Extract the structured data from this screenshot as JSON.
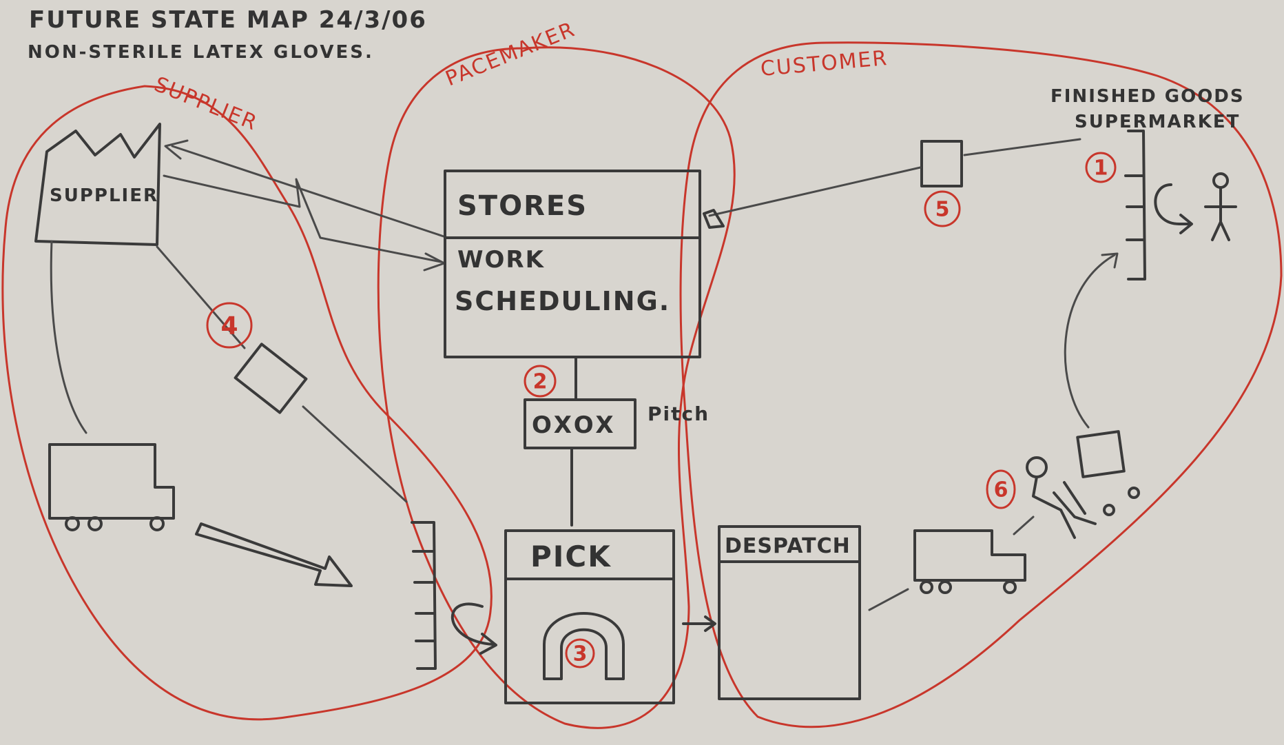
{
  "header": {
    "title": "FUTURE STATE MAP  24/3/06",
    "subtitle": "NON-STERILE LATEX GLOVES."
  },
  "zones": {
    "supplier": "SUPPLIER",
    "pacemaker": "PACEMAKER",
    "customer": "CUSTOMER"
  },
  "processes": {
    "supplier": "SUPPLIER",
    "stores": "STORES",
    "work_scheduling_line1": "WORK",
    "work_scheduling_line2": "SCHEDULING.",
    "pick": "PICK",
    "despatch": "DESPATCH"
  },
  "heijunka": {
    "label": "OXOX",
    "note": "Pitch"
  },
  "supermarket": {
    "line1": "FINISHED GOODS",
    "line2": "SUPERMARKET"
  },
  "markers": [
    "1",
    "2",
    "3",
    "4",
    "5",
    "6"
  ],
  "colors": {
    "paper": "#d8d5cf",
    "ink": "#3a3a3a",
    "red_pen": "#c8362b"
  }
}
